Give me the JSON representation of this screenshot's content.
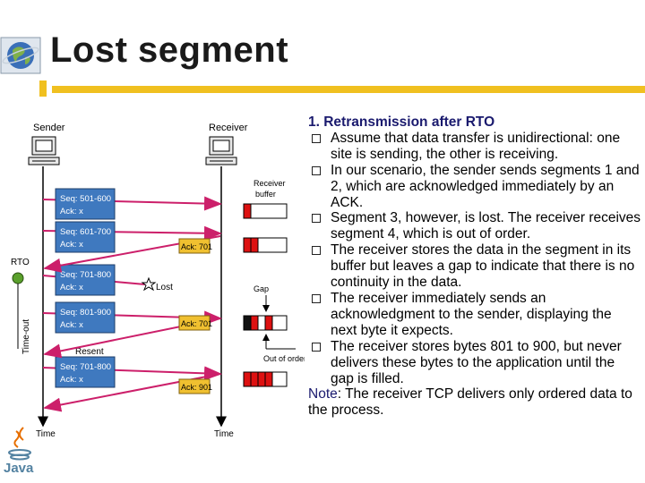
{
  "slide": {
    "title": "Lost segment"
  },
  "diagram": {
    "sender": "Sender",
    "receiver": "Receiver",
    "receiver_buffer": "Receiver buffer",
    "rto": "RTO",
    "time_out": "Time-out",
    "time": "Time",
    "lost": "Lost",
    "gap": "Gap",
    "out_of_order": "Out of order",
    "resent": "Resent",
    "segments": [
      {
        "seq": "Seq: 501-600",
        "ack": "Ack: x"
      },
      {
        "seq": "Seq: 601-700",
        "ack": "Ack: x"
      },
      {
        "seq": "Seq: 701-800",
        "ack": "Ack: x"
      },
      {
        "seq": "Seq: 801-900",
        "ack": "Ack: x"
      },
      {
        "seq": "Seq: 701-800",
        "ack": "Ack: x"
      }
    ],
    "acks": [
      "Ack: 701",
      "Ack: 701",
      "Ack: 901"
    ]
  },
  "text": {
    "heading": "1. Retransmission after RTO",
    "items": [
      "Assume that data transfer is unidirectional: one site is sending, the other is receiving.",
      "In our scenario, the sender sends segments 1 and 2, which are acknowledged immediately by an ACK.",
      "Segment 3, however, is lost. The receiver receives segment 4, which is out of order.",
      "The receiver stores the data in the segment in its buffer but leaves a gap to indicate that there is no continuity in the data.",
      "The receiver immediately sends an acknowledgment to the sender, displaying the next byte it expects.",
      "The receiver stores bytes 801 to 900, but never delivers these bytes to the application until the gap is filled."
    ],
    "note_label": "Note",
    "note_text": ": The receiver TCP delivers only ordered data to the process."
  },
  "logo": {
    "java": "Java"
  },
  "colors": {
    "accent_bar": "#f0c020",
    "segment_box": "#3f79bf",
    "arrow": "#cc1f6a",
    "ack_box": "#f0c030",
    "buffer_fill": "#dd1111"
  }
}
